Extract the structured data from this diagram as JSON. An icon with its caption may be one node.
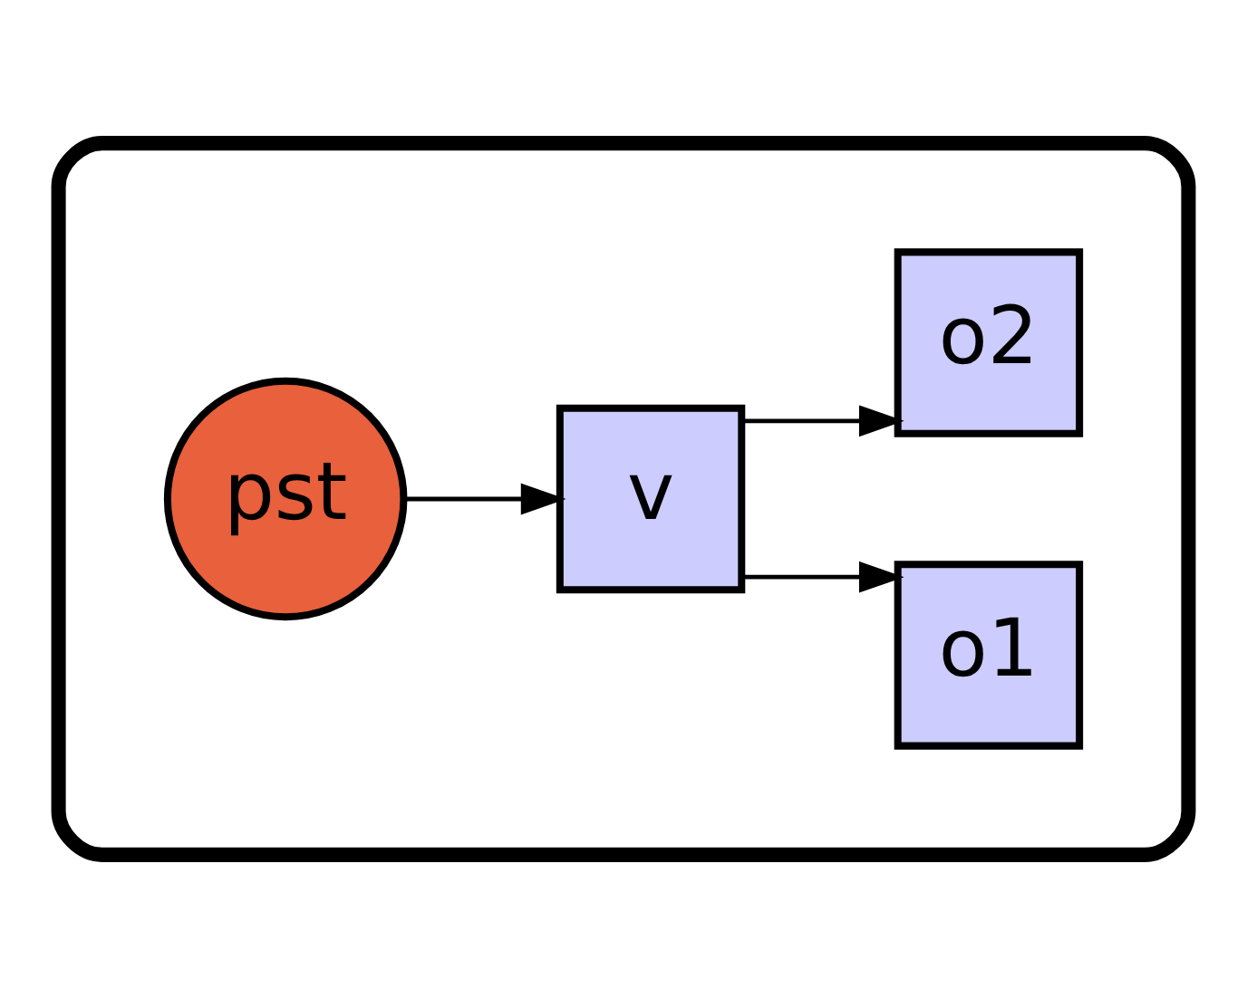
{
  "diagram": {
    "nodes": [
      {
        "text": [],
        "shape": "box"
      },
      {
        "text": [
          "pst"
        ],
        "in": 0
      },
      {
        "text": [
          "v"
        ],
        "in": 0
      },
      {
        "text": [
          "o1"
        ],
        "in": 0
      },
      {
        "text": [
          "o2"
        ],
        "in": 0
      }
    ],
    "edges": [
      {
        "from": 1,
        "to": 2,
        "arrow": "to"
      },
      {
        "from": 2,
        "to": 3,
        "arrow": "to"
      },
      {
        "from": 2,
        "to": 4,
        "arrow": "to"
      }
    ]
  }
}
